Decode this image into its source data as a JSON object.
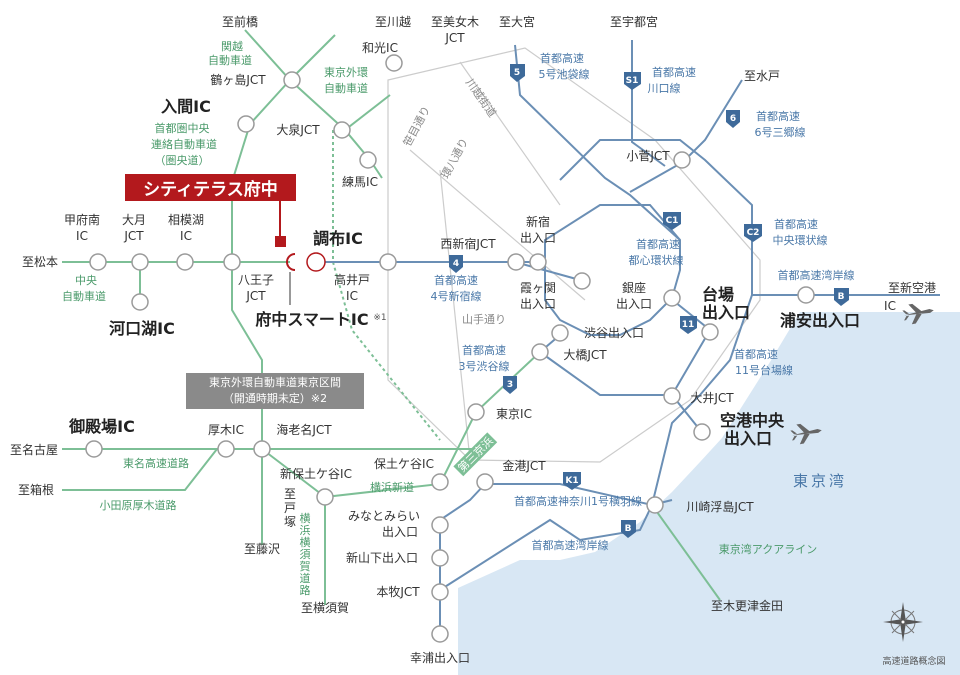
{
  "property_name": "シティテラス府中",
  "colors": {
    "property": "#b3191d",
    "metro_expressway": "#6b8fb5",
    "national_expressway": "#7dbf96",
    "surface_road": "#cccccc",
    "sea": "#d8e7f4",
    "note_box": "#8a8a8a"
  },
  "bold_labels": {
    "iruma_ic": "入間IC",
    "chofu_ic": "調布IC",
    "kawaguchiko_ic": "河口湖IC",
    "fuchu_smart_ic": "府中スマートIC",
    "fuchu_smart_note": "※1",
    "gotemba_ic": "御殿場IC",
    "daiba": [
      "台場",
      "出入口"
    ],
    "urayasu": "浦安出入口",
    "kuko_chuo": [
      "空港中央",
      "出入口"
    ]
  },
  "destinations": {
    "maebashi": "至前橋",
    "kawagoe": "至川越",
    "mibijo": [
      "至美女木",
      "JCT"
    ],
    "omiya": "至大宮",
    "utsunomiya": "至宇都宮",
    "mito": "至水戸",
    "matsumoto": "至松本",
    "nagoya": "至名古屋",
    "hakone": "至箱根",
    "fujisawa": "至藤沢",
    "totsuka": [
      "至",
      "戸",
      "塚"
    ],
    "yokosuka": "至横須賀",
    "kisarazu": "至木更津金田",
    "shinkuko": [
      "至新空港",
      "IC"
    ]
  },
  "nodes": {
    "tsurugashima": "鶴ヶ島JCT",
    "wako": "和光IC",
    "oizumi": "大泉JCT",
    "nerima": "練馬IC",
    "kosuge": "小菅JCT",
    "kofuminami": [
      "甲府南",
      "IC"
    ],
    "otsuki": [
      "大月",
      "JCT"
    ],
    "sagamiko": [
      "相模湖",
      "IC"
    ],
    "hachioji": [
      "八王子",
      "JCT"
    ],
    "takaido": [
      "高井戸",
      "IC"
    ],
    "nishishinjuku": "西新宿JCT",
    "shinjuku": [
      "新宿",
      "出入口"
    ],
    "kasumigaseki": [
      "霞ヶ関",
      "出入口"
    ],
    "ginza": [
      "銀座",
      "出入口"
    ],
    "shibuya": "渋谷出入口",
    "ohashi": "大橋JCT",
    "tokyo_ic": "東京IC",
    "ooi": "大井JCT",
    "atsugi": "厚木IC",
    "ebina": "海老名JCT",
    "hodogaya": "保土ケ谷IC",
    "shinhodogaya": "新保土ケ谷IC",
    "kinko": "金港JCT",
    "minatomirai": [
      "みなとみらい",
      "出入口"
    ],
    "shinyamashita": "新山下出入口",
    "honmoku": "本牧JCT",
    "sachiura": "幸浦出入口",
    "kawasaki_ukishima": "川崎浮島JCT"
  },
  "road_labels": {
    "kanetsu": [
      "関越",
      "自動車道"
    ],
    "gaikan": [
      "東京外環",
      "自動車道"
    ],
    "kenodo": [
      "首都圏中央",
      "連絡自動車道",
      "（圏央道）"
    ],
    "chuo_exp": [
      "中央",
      "自動車道"
    ],
    "tomei": "東名高速道路",
    "odawara_atsugi": "小田原厚木道路",
    "yokohama_shindo": "横浜新道",
    "yokoyoko": [
      "横",
      "浜",
      "横",
      "須",
      "賀",
      "道",
      "路"
    ],
    "daisan_keihin": "第三京浜",
    "aqualine": "東京湾アクアライン",
    "sasame": "笹目通り",
    "kawagoe_kaido": "川越街道",
    "kanpachi": "環八通り",
    "yamate": "山手通り"
  },
  "metro_labels": {
    "ikebukuro": [
      "首都高速",
      "5号池袋線"
    ],
    "kawaguchi": [
      "首都高速",
      "川口線"
    ],
    "misato": [
      "首都高速",
      "6号三郷線"
    ],
    "chuo_kanjo": [
      "首都高速",
      "中央環状線"
    ],
    "toshin_kanjo": [
      "首都高速",
      "都心環状線"
    ],
    "bayshore": "首都高速湾岸線",
    "shinjuku_line": [
      "首都高速",
      "4号新宿線"
    ],
    "daiba_line": [
      "首都高速",
      "11号台場線"
    ],
    "shibuya_line": [
      "首都高速",
      "3号渋谷線"
    ],
    "kanagawa1": "首都高速神奈川1号横羽線",
    "bayshore2": "首都高速湾岸線"
  },
  "shields": {
    "s5": "5",
    "s1": "S1",
    "s6": "6",
    "c1": "C1",
    "c2": "C2",
    "s4": "4",
    "s11": "11",
    "s3": "3",
    "k1": "K1",
    "b1": "B",
    "b2": "B"
  },
  "gaikan_note": [
    "東京外環自動車道東京区間",
    "（開通時期未定）※2"
  ],
  "sea_label": "東京湾",
  "caption": "高速道路概念図"
}
